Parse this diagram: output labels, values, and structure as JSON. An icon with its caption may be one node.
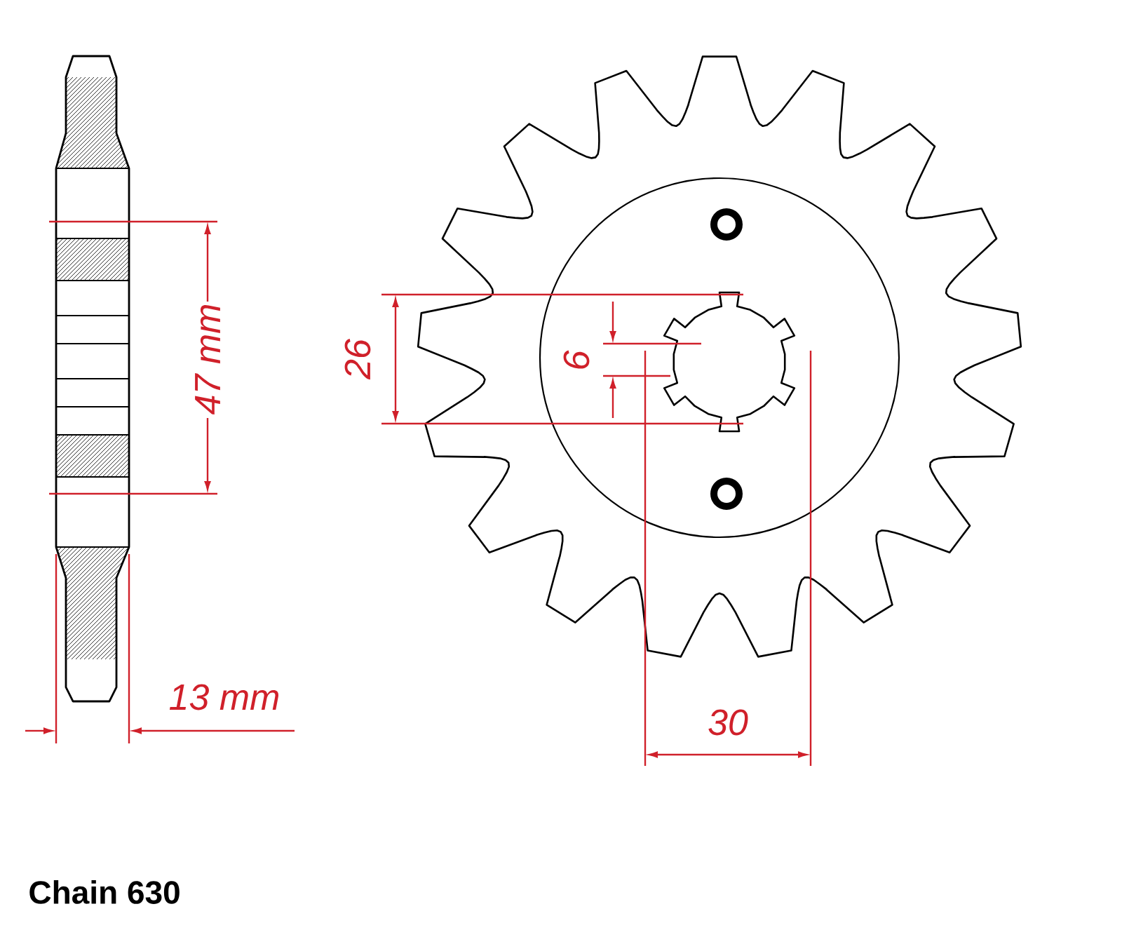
{
  "diagram": {
    "labels": [
      "47 mm",
      "26",
      "6",
      "13 mm",
      "30",
      "Chain 630"
    ]
  }
}
